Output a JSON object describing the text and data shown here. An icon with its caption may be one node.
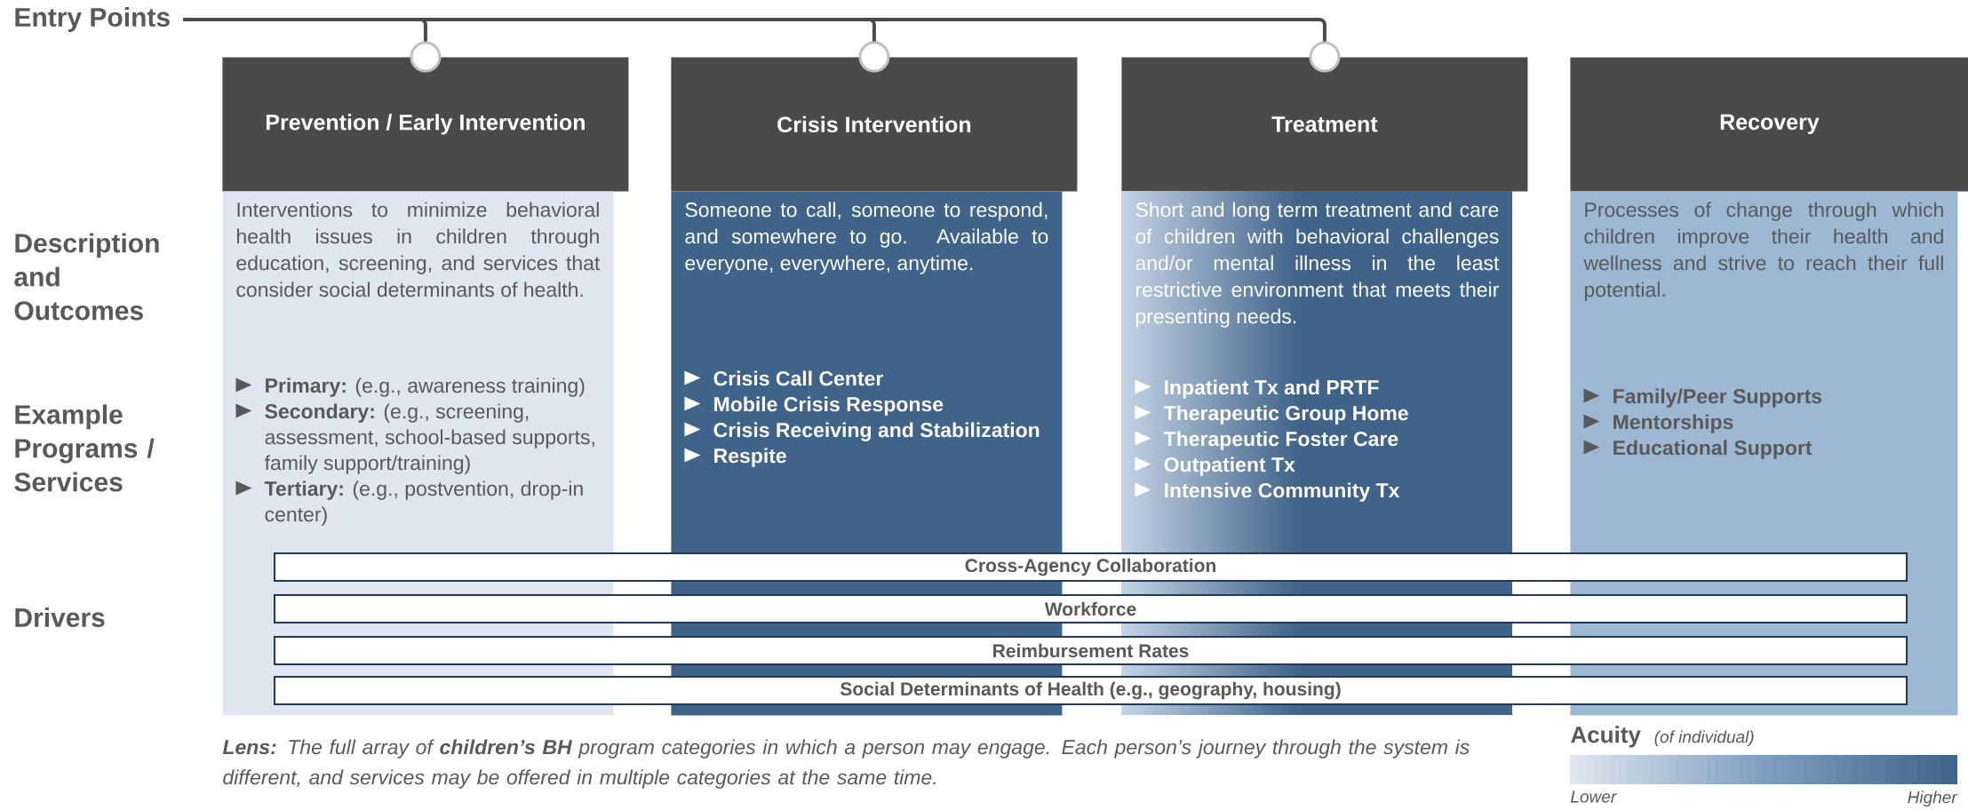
{
  "diagram": {
    "nodes": [
      {
        "text": [
          "Entry Points"
        ]
      },
      {
        "text": [
          "Prevention / Early Intervention"
        ]
      },
      {
        "text": [
          "Crisis Intervention"
        ]
      },
      {
        "text": [
          "Treatment"
        ]
      },
      {
        "text": [
          "Recovery"
        ]
      },
      {
        "text": [
          "Interventions to minimize behavioral health issues in children through education, screening, and services that consider social determinants of health.",
          "**Primary:** (e.g., awareness training)",
          "**Secondary:** (e.g., screening, assessment, school-based supports, family support/training)",
          "**Tertiary:** (e.g., postvention, drop-in center)"
        ]
      },
      {
        "text": [
          "Someone to call, someone to respond, and somewhere to go. Available to everyone, everywhere, anytime.",
          "Crisis Call Center",
          "Mobile Crisis Response",
          "Crisis Receiving and Stabilization",
          "Respite"
        ]
      },
      {
        "text": [
          "Short and long term treatment and care of children with behavioral challenges and/or mental illness in the least restrictive environment that meets their presenting needs.",
          "Inpatient Tx and PRTF",
          "Therapeutic Group Home",
          "Therapeutic Foster Care",
          "Outpatient Tx",
          "Intensive Community Tx"
        ]
      },
      {
        "text": [
          "Processes of change through which children improve their health and wellness and strive to reach their full potential.",
          "Family/Peer Supports",
          "Mentorships",
          "Educational Support"
        ]
      },
      {
        "text": [
          "Cross-Agency Collaboration"
        ]
      },
      {
        "text": [
          "Workforce"
        ]
      },
      {
        "text": [
          "Reimbursement Rates"
        ]
      },
      {
        "text": [
          "Social Determinants of Health (e.g., geography, housing)"
        ]
      }
    ],
    "edges": [
      {
        "from": 0,
        "to": 1,
        "arrow": "other"
      },
      {
        "from": 0,
        "to": 2,
        "arrow": "other"
      },
      {
        "from": 0,
        "to": 3,
        "arrow": "other"
      }
    ],
    "labels": [
      "Description and Outcomes",
      "Example Programs / Services",
      "Drivers",
      "**Lens:** The full array of **children’s BH** program categories in which a person may engage. Each person’s journey through the system is different, and services may be offered in multiple categories at the same time.",
      "Acuity",
      "(of individual)",
      "Lower",
      "Higher"
    ]
  }
}
